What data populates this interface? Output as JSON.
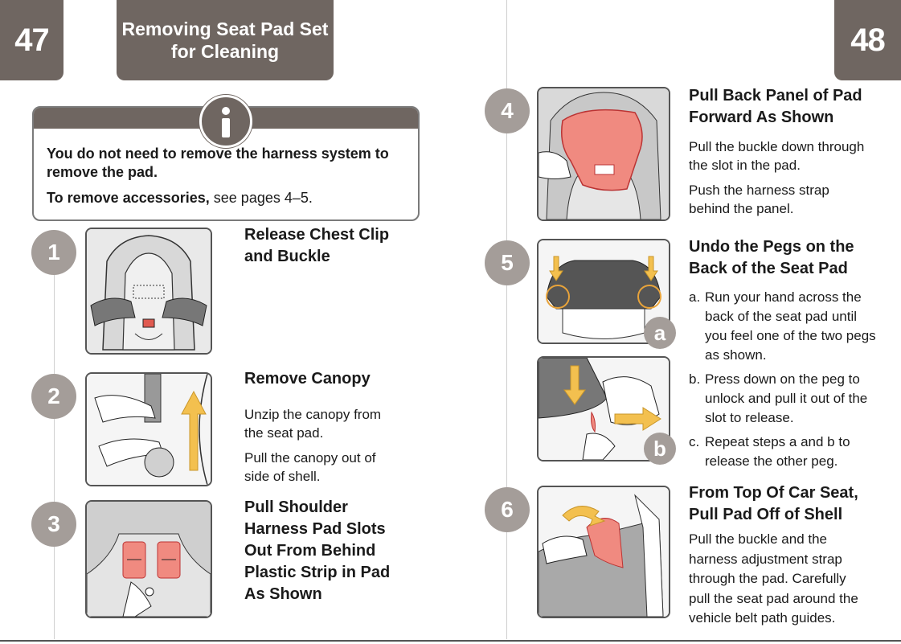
{
  "pages": {
    "left": "47",
    "right": "48"
  },
  "section_title": "Removing Seat Pad Set\nfor Cleaning",
  "info": {
    "line1": "You do not need to remove the harness system to remove the pad.",
    "line2_bold": "To remove accessories,",
    "line2_rest": " see pages 4–5."
  },
  "steps": [
    {
      "number": "1",
      "title": "Release Chest Clip\nand Buckle",
      "body": []
    },
    {
      "number": "2",
      "title": "Remove Canopy",
      "body": [
        "Unzip the canopy from\nthe seat pad.",
        "Pull the canopy out of\nside of shell."
      ]
    },
    {
      "number": "3",
      "title": "Pull Shoulder\nHarness Pad Slots\nOut From Behind\nPlastic Strip in Pad\nAs Shown",
      "body": []
    },
    {
      "number": "4",
      "title": "Pull Back Panel of Pad\nForward As Shown",
      "body": [
        "Pull the buckle down through\nthe slot in the pad.",
        "Push the harness strap\nbehind the panel."
      ]
    },
    {
      "number": "5",
      "title": "Undo the Pegs on the\nBack of the Seat Pad",
      "items": [
        {
          "label": "a.",
          "text": "Run your hand across the\nback of the seat pad until\nyou feel one of the two pegs\nas shown."
        },
        {
          "label": "b.",
          "text": "Press down on the peg to\nunlock and pull it out of the\nslot to release."
        },
        {
          "label": "c.",
          "text": "Repeat steps a and b to\nrelease the other peg."
        }
      ],
      "figure_labels": [
        "a",
        "b"
      ]
    },
    {
      "number": "6",
      "title": "From Top Of Car Seat,\nPull Pad Off of Shell",
      "body": [
        "Pull the buckle and the\nharness adjustment strap\nthrough the pad. Carefully\npull the seat pad around the\nvehicle belt path guides."
      ]
    }
  ],
  "colors": {
    "tab": "#6f6661",
    "circle": "#a49d99",
    "highlight": "#f08a80",
    "arrow": "#f3c04f"
  }
}
